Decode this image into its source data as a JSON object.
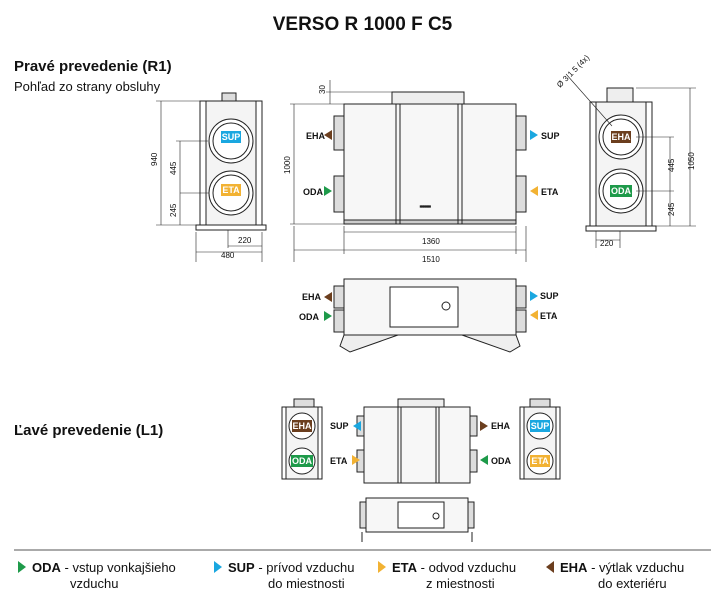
{
  "title": "VERSO R 1000 F C5",
  "right_section": {
    "heading": "Pravé prevedenie (R1)",
    "subheading": "Pohľad zo strany obsluhy"
  },
  "left_section": {
    "heading": "Ľavé prevedenie (L1)"
  },
  "ports": {
    "sup": "SUP",
    "eta": "ETA",
    "eha": "EHA",
    "oda": "ODA"
  },
  "colors": {
    "sup": "#1aa7e0",
    "eta": "#f2b233",
    "eha": "#6b3e1e",
    "oda": "#1e9a4a"
  },
  "dimensions": {
    "h940": "940",
    "h445": "445",
    "h245": "245",
    "w220": "220",
    "w480": "480",
    "h30": "30",
    "h1000": "1000",
    "w1360": "1360",
    "w1510": "1510",
    "h1050": "1050",
    "diam": "Ø 3 1 5 (4x)",
    "h445b": "445",
    "h245b": "245",
    "w220b": "220"
  },
  "legend": [
    {
      "code": "ODA",
      "text1": " - vstup vonkajšieho",
      "text2": "vzduchu",
      "color": "#1e9a4a",
      "dir": "right"
    },
    {
      "code": "SUP",
      "text1": " -  prívod vzduchu",
      "text2": "do miestnosti",
      "color": "#1aa7e0",
      "dir": "right"
    },
    {
      "code": "ETA",
      "text1": " - odvod vzduchu",
      "text2": "z miestnosti",
      "color": "#f2b233",
      "dir": "right"
    },
    {
      "code": "EHA",
      "text1": " - výtlak vzduchu",
      "text2": "do exteriéru",
      "color": "#6b3e1e",
      "dir": "left"
    }
  ]
}
